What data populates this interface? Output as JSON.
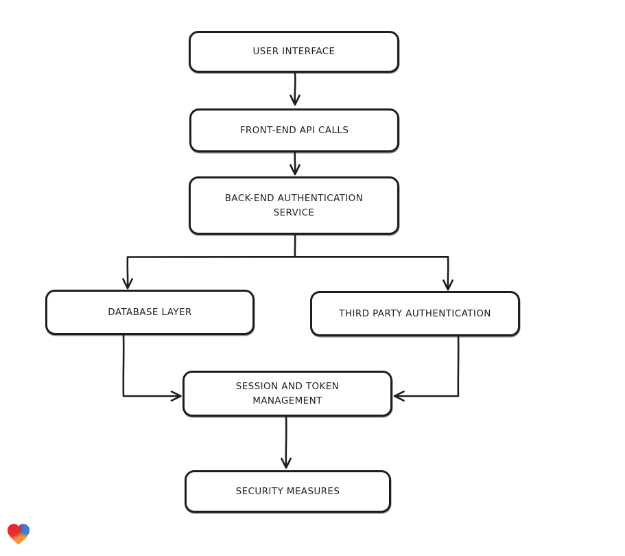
{
  "diagram": {
    "type": "flowchart",
    "background": "#ffffff",
    "stroke_color": "#1e1e1e",
    "node_fill": "#ffffff",
    "nodes": {
      "user_interface": {
        "label": "USER INTERFACE"
      },
      "front_end_api_calls": {
        "label": "FRONT-END API CALLS"
      },
      "back_end_auth_service": {
        "label": "BACK-END AUTHENTICATION SERVICE"
      },
      "database_layer": {
        "label": "DATABASE LAYER"
      },
      "third_party_auth": {
        "label": "THIRD PARTY AUTHENTICATION"
      },
      "session_token_mgmt": {
        "label": "SESSION AND TOKEN MANAGEMENT"
      },
      "security_measures": {
        "label": "SECURITY MEASURES"
      }
    },
    "edges": [
      {
        "from": "user_interface",
        "to": "front_end_api_calls"
      },
      {
        "from": "front_end_api_calls",
        "to": "back_end_auth_service"
      },
      {
        "from": "back_end_auth_service",
        "to": "database_layer"
      },
      {
        "from": "back_end_auth_service",
        "to": "third_party_auth"
      },
      {
        "from": "database_layer",
        "to": "session_token_mgmt"
      },
      {
        "from": "third_party_auth",
        "to": "session_token_mgmt"
      },
      {
        "from": "session_token_mgmt",
        "to": "security_measures"
      }
    ],
    "logo": {
      "shape": "gradient-heart",
      "colors": {
        "red": "#e3242e",
        "orange": "#f79a38",
        "deep_orange": "#ef6a35",
        "blue": "#2f7fe0",
        "teal": "#2aa9a0"
      }
    }
  }
}
